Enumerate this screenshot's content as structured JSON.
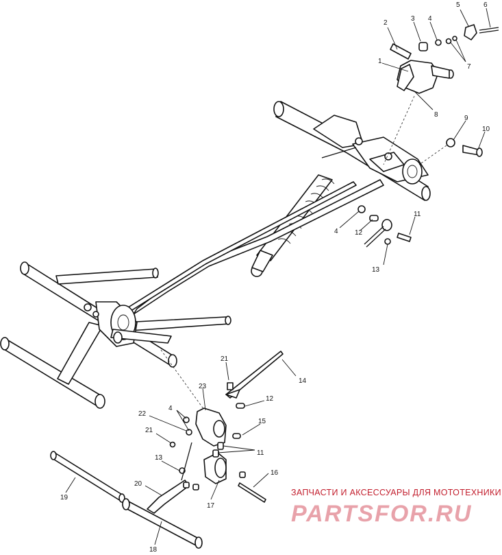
{
  "diagram": {
    "callouts": [
      {
        "id": "c1",
        "text": "1"
      },
      {
        "id": "c2",
        "text": "2"
      },
      {
        "id": "c3",
        "text": "3"
      },
      {
        "id": "c4",
        "text": "4"
      },
      {
        "id": "c5",
        "text": "5"
      },
      {
        "id": "c6",
        "text": "6"
      },
      {
        "id": "c7",
        "text": "7"
      },
      {
        "id": "c8",
        "text": "8"
      },
      {
        "id": "c9",
        "text": "9"
      },
      {
        "id": "c10",
        "text": "10"
      },
      {
        "id": "c4b",
        "text": "4"
      },
      {
        "id": "c11",
        "text": "11"
      },
      {
        "id": "c12",
        "text": "12"
      },
      {
        "id": "c13",
        "text": "13"
      },
      {
        "id": "c21",
        "text": "21"
      },
      {
        "id": "c14",
        "text": "14"
      },
      {
        "id": "c23",
        "text": "23"
      },
      {
        "id": "c12b",
        "text": "12"
      },
      {
        "id": "c22",
        "text": "22"
      },
      {
        "id": "c4c",
        "text": "4"
      },
      {
        "id": "c15",
        "text": "15"
      },
      {
        "id": "c21b",
        "text": "21"
      },
      {
        "id": "c11b",
        "text": "11"
      },
      {
        "id": "c13b",
        "text": "13"
      },
      {
        "id": "c16",
        "text": "16"
      },
      {
        "id": "c19",
        "text": "19"
      },
      {
        "id": "c20",
        "text": "20"
      },
      {
        "id": "c17",
        "text": "17"
      },
      {
        "id": "c18",
        "text": "18"
      }
    ]
  },
  "watermark": {
    "tagline": "ЗАПЧАСТИ И АКСЕССУАРЫ ДЛЯ МОТОТЕХНИКИ",
    "logo": "PARTSFOR.RU"
  }
}
